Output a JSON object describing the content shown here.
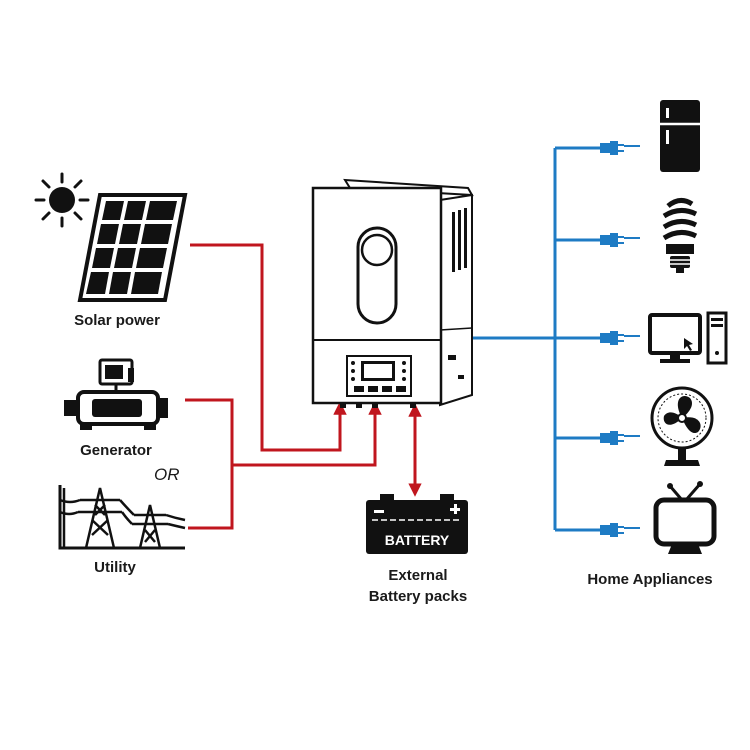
{
  "labels": {
    "solar": "Solar power",
    "generator": "Generator",
    "or": "OR",
    "utility": "Utility",
    "battery_badge": "BATTERY",
    "battery_line1": "External",
    "battery_line2": "Battery packs",
    "appliances": "Home Appliances"
  },
  "colors": {
    "ac_input_line": "#c0161e",
    "output_line": "#1e7bc4",
    "icon": "#111111"
  },
  "icons": [
    "sun-icon",
    "solar-panel-icon",
    "generator-icon",
    "utility-tower-icon",
    "inverter-icon",
    "battery-icon",
    "refrigerator-icon",
    "light-bulb-icon",
    "computer-icon",
    "fan-icon",
    "tv-icon",
    "plug-icon"
  ]
}
